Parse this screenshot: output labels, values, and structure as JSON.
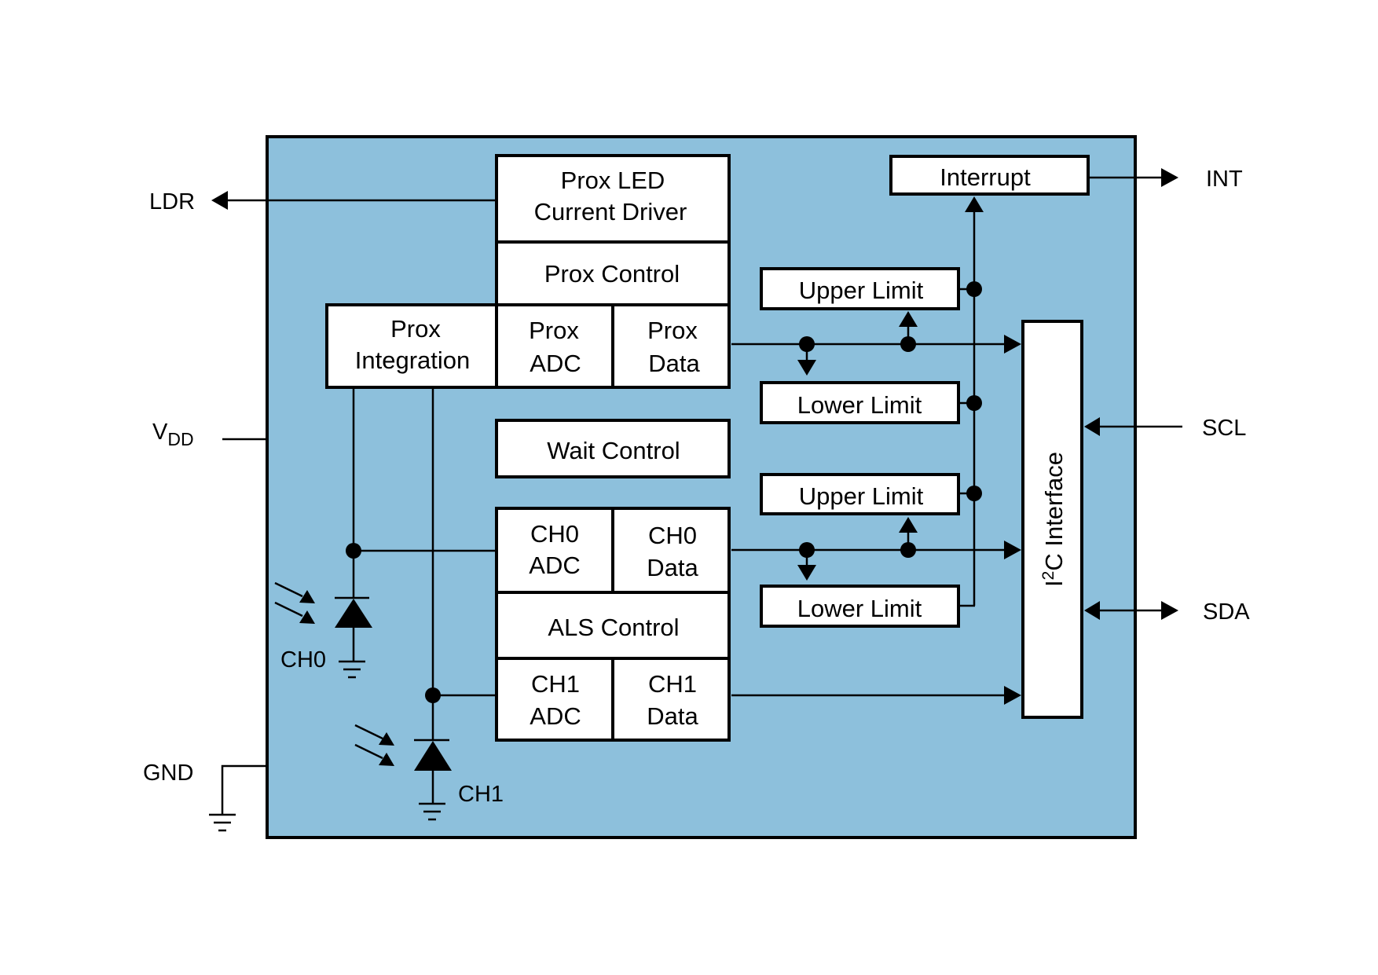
{
  "diagram": {
    "type": "block-diagram",
    "colors": {
      "chip_fill": "#8dc0dc",
      "block_fill": "#ffffff",
      "line": "#000000",
      "background": "#ffffff"
    },
    "pins": {
      "ldr": "LDR",
      "vdd_main": "V",
      "vdd_sub": "DD",
      "gnd": "GND",
      "int": "INT",
      "scl": "SCL",
      "sda": "SDA"
    },
    "blocks": {
      "prox_led_line1": "Prox LED",
      "prox_led_line2": "Current Driver",
      "prox_control": "Prox Control",
      "prox_integration_line1": "Prox",
      "prox_integration_line2": "Integration",
      "prox_adc_line1": "Prox",
      "prox_adc_line2": "ADC",
      "prox_data_line1": "Prox",
      "prox_data_line2": "Data",
      "wait_control": "Wait Control",
      "ch0_adc_line1": "CH0",
      "ch0_adc_line2": "ADC",
      "ch0_data_line1": "CH0",
      "ch0_data_line2": "Data",
      "als_control": "ALS Control",
      "ch1_adc_line1": "CH1",
      "ch1_adc_line2": "ADC",
      "ch1_data_line1": "CH1",
      "ch1_data_line2": "Data",
      "interrupt": "Interrupt",
      "upper_limit_prox": "Upper Limit",
      "lower_limit_prox": "Lower Limit",
      "upper_limit_als": "Upper Limit",
      "lower_limit_als": "Lower Limit",
      "i2c_prefix": "I",
      "i2c_sup": "2",
      "i2c_suffix": "C Interface"
    },
    "photodiodes": {
      "ch0": "CH0",
      "ch1": "CH1"
    }
  }
}
